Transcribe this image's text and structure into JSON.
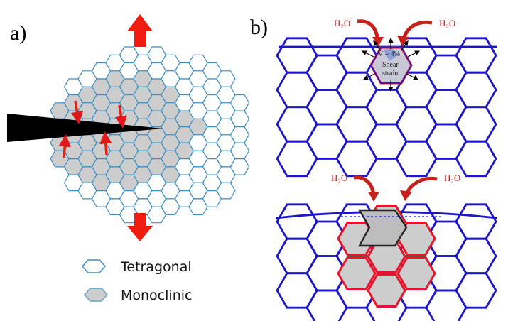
{
  "panel_a": {
    "label": "a)"
  },
  "panel_b": {
    "label": "b)",
    "top": {
      "water_left": "H₂O",
      "water_right": "H₂O",
      "volume_note": "V = 4%",
      "shear_note_1": "Shear",
      "shear_note_2": "strain"
    },
    "bottom": {
      "water_left": "H₂O",
      "water_right": "H₂O"
    }
  },
  "legend": {
    "tetragonal": "Tetragonal",
    "monoclinic": "Monoclinic"
  },
  "colors": {
    "hex_outline_a": "#3d8ec3",
    "monoclinic_fill": "#cdcdcd",
    "hex_outline_b": "#1c16c8",
    "red_arrow": "#ee1c12",
    "red_outline": "#e8142a",
    "crack": "#000000",
    "water_arrow": "#c8201b"
  }
}
